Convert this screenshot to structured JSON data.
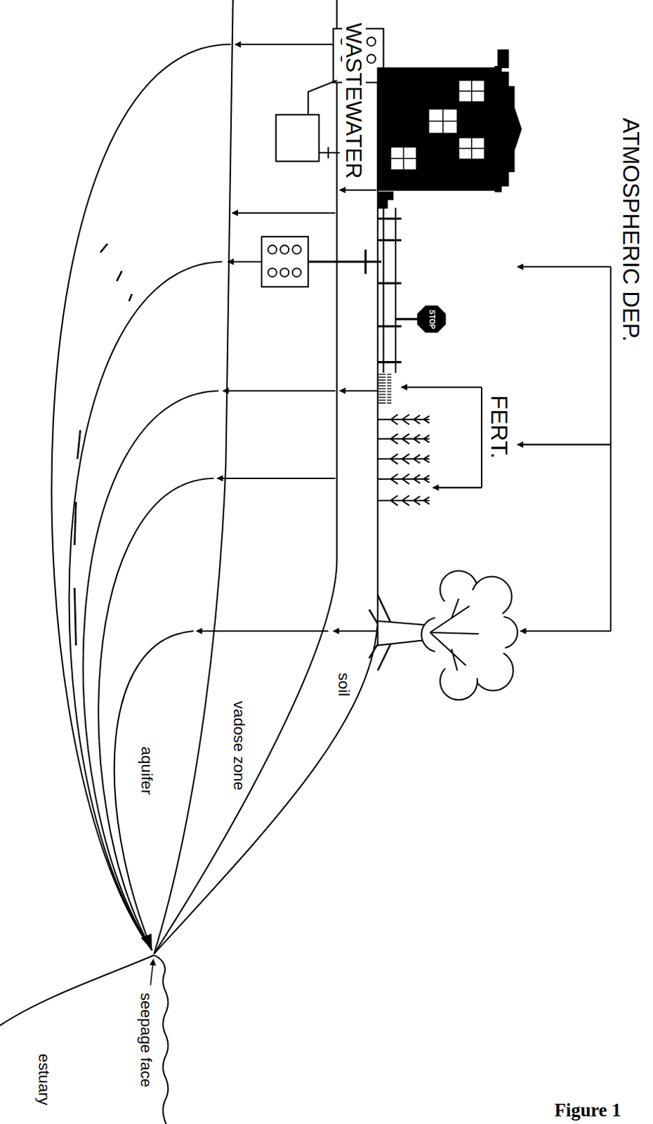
{
  "diagram": {
    "caption": "Figure 1",
    "labels": [
      "ATMOSPHERIC DEP.",
      "FERT.",
      "WASTEWATER",
      "STOP",
      "soil",
      "vadose zone",
      "aquifer",
      "seepage face",
      "estuary"
    ]
  }
}
